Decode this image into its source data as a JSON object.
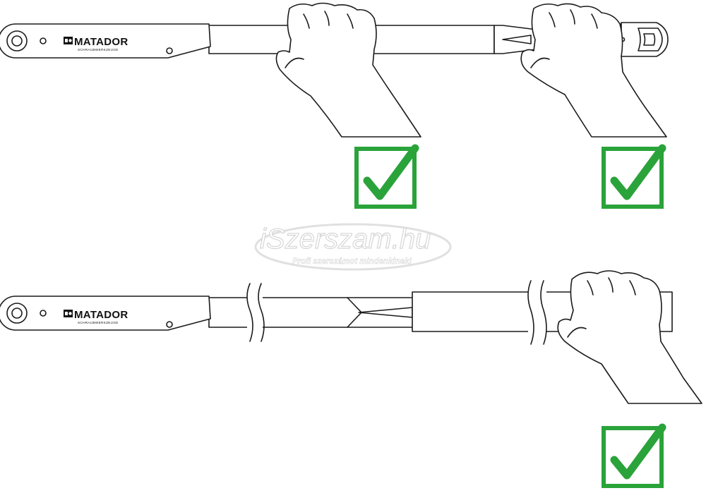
{
  "brand": {
    "name": "MATADOR",
    "tagline": "SCHRAUBWERKZEUGE"
  },
  "watermark": {
    "main": "iSzerszam.hu",
    "tagline": "Profi szerszámot mindenkinek!"
  },
  "check_color": "#2aa33a",
  "illustrations": [
    {
      "id": "wrench-top",
      "checkmarks": 2
    },
    {
      "id": "wrench-bottom-extended",
      "checkmarks": 1
    }
  ]
}
